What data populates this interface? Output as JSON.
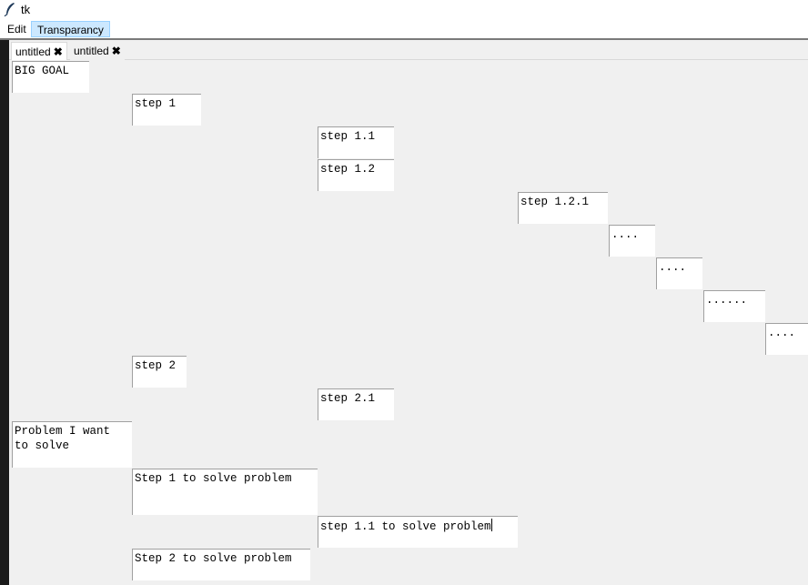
{
  "window": {
    "title": "tk"
  },
  "menu": {
    "items": [
      "Edit",
      "Transparancy"
    ]
  },
  "tabs": [
    {
      "label": "untitled",
      "close": "✖"
    },
    {
      "label": "untitled",
      "close": "✖"
    }
  ],
  "nodes": [
    "BIG GOAL",
    "step 1",
    "step 1.1",
    "step 1.2",
    "step 1.2.1",
    "....",
    "....",
    "......",
    "....",
    "step 2",
    "step 2.1",
    "Problem I want\nto solve",
    "Step 1 to solve problem",
    "step 1.1 to solve problem",
    "Step 2 to solve problem"
  ]
}
